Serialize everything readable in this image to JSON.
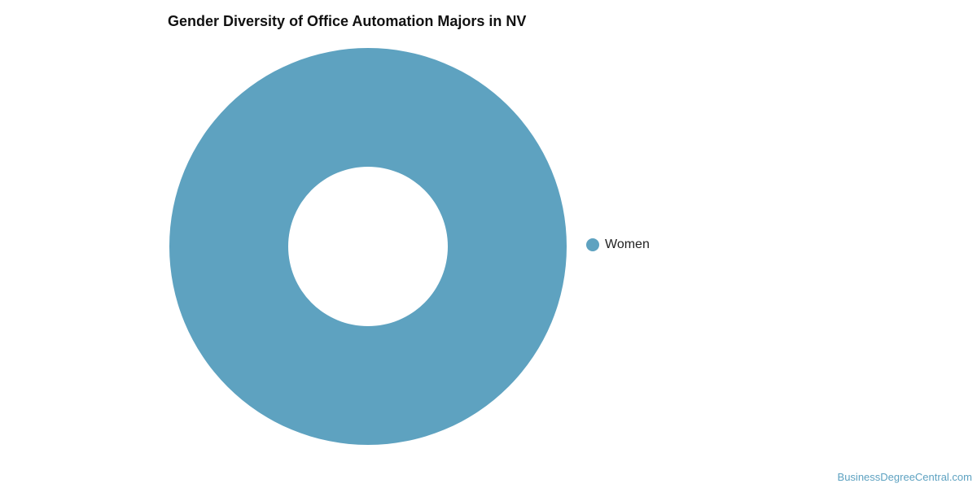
{
  "chart_data": {
    "type": "pie",
    "variant": "donut",
    "title": "Gender Diversity of Office Automation Majors in NV",
    "categories": [
      "Women"
    ],
    "values": [
      100
    ],
    "colors": [
      "#5ea2c0"
    ],
    "legend_position": "right"
  },
  "watermark": "BusinessDegreeCentral.com"
}
